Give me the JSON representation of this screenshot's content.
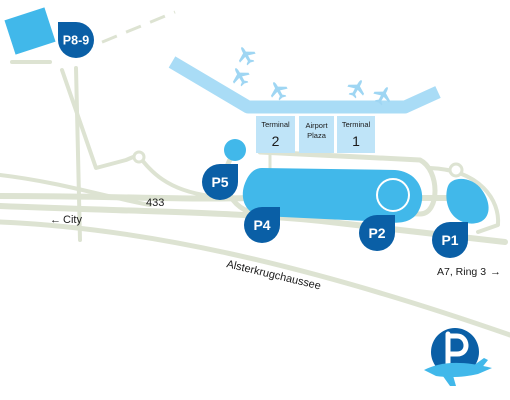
{
  "map": {
    "parking": [
      {
        "id": "p8-9",
        "label": "P8-9"
      },
      {
        "id": "p5",
        "label": "P5"
      },
      {
        "id": "p4",
        "label": "P4"
      },
      {
        "id": "p2",
        "label": "P2"
      },
      {
        "id": "p1",
        "label": "P1"
      }
    ],
    "terminals": [
      {
        "id": "terminal-2",
        "title": "Terminal",
        "number": "2"
      },
      {
        "id": "airport-plaza",
        "line1": "Airport",
        "line2": "Plaza"
      },
      {
        "id": "terminal-1",
        "title": "Terminal",
        "number": "1"
      }
    ],
    "roads": {
      "route_number": "433",
      "street_name": "Alsterkrugchaussee",
      "city_direction": "City",
      "highway_direction": "A7, Ring 3"
    },
    "icons": [
      "airplane-icon",
      "parking-logo-icon",
      "arrow-left-icon",
      "arrow-right-icon"
    ],
    "colors": {
      "parking_blue": "#41b8ea",
      "pin_blue": "#0a5fa6",
      "terminal_fill": "#bfe4f8",
      "road": "#dde3d2",
      "runway": "#a9dcf6"
    }
  }
}
